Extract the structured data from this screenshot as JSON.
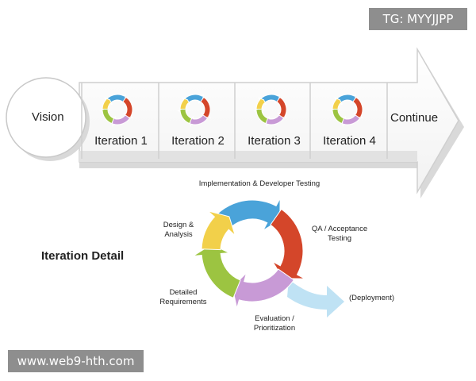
{
  "watermarks": {
    "top": "TG: MYYJJPP",
    "bottom": "www.web9-hth.com"
  },
  "timeline": {
    "start_label": "Vision",
    "end_label": "Continue",
    "iterations": [
      "Iteration 1",
      "Iteration 2",
      "Iteration 3",
      "Iteration 4"
    ]
  },
  "detail": {
    "title": "Iteration Detail",
    "steps": {
      "implementation": "Implementation & Developer Testing",
      "qa_line1": "QA / Acceptance",
      "qa_line2": "Testing",
      "evaluation_line1": "Evaluation /",
      "evaluation_line2": "Prioritization",
      "requirements_line1": "Detailed",
      "requirements_line2": "Requirements",
      "design_line1": "Design &",
      "design_line2": "Analysis",
      "deployment": "(Deployment)"
    }
  },
  "colors": {
    "blue": "#4aa3d9",
    "red": "#d4462a",
    "purple": "#c89ad6",
    "green": "#9cc441",
    "yellow": "#f2d04a",
    "light_blue": "#bfe2f4"
  }
}
